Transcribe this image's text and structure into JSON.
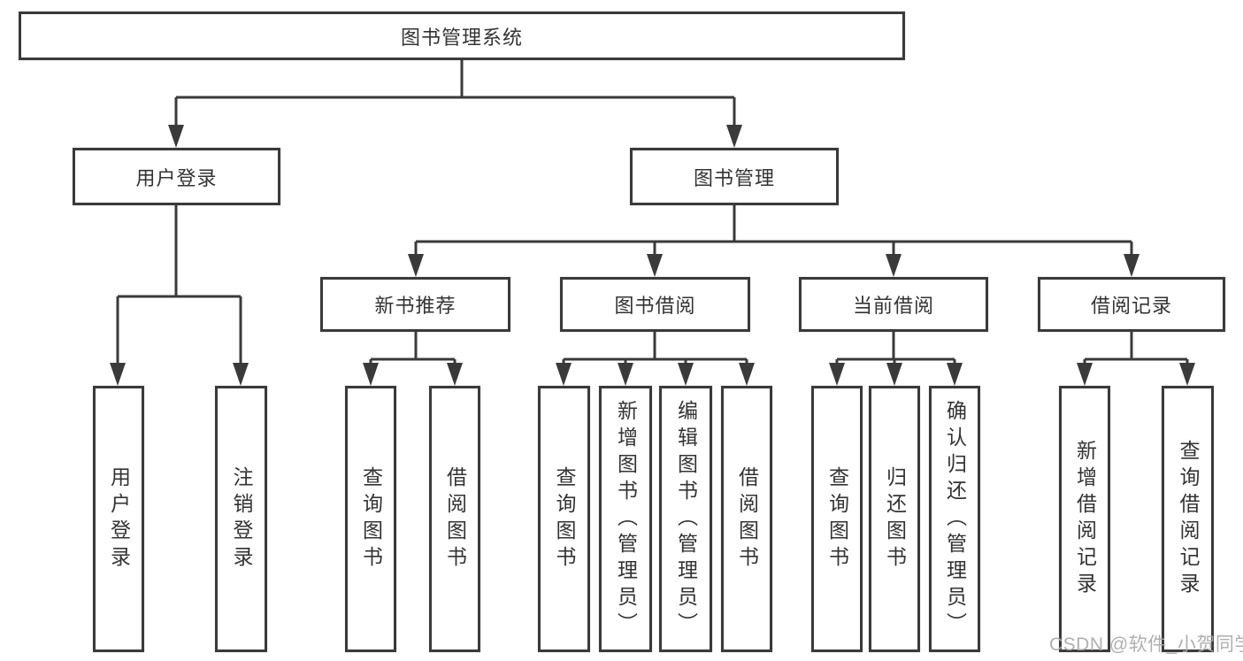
{
  "diagram": {
    "colors": {
      "line": "#3a3a3a",
      "box_border": "#3a3a3a",
      "text": "#333333",
      "background": "#ffffff",
      "watermark": "#a8a8a8"
    },
    "watermark": "CSDN @软件_小贺同学"
  },
  "tree": {
    "root": {
      "label": "图书管理系统",
      "children": [
        {
          "label": "用户登录",
          "children": [
            {
              "label": "用户登录"
            },
            {
              "label": "注销登录"
            }
          ]
        },
        {
          "label": "图书管理",
          "children": [
            {
              "label": "新书推荐",
              "children": [
                {
                  "label": "查询图书"
                },
                {
                  "label": "借阅图书"
                }
              ]
            },
            {
              "label": "图书借阅",
              "children": [
                {
                  "label": "查询图书"
                },
                {
                  "label": "新增图书（管理员）"
                },
                {
                  "label": "编辑图书（管理员）"
                },
                {
                  "label": "借阅图书"
                }
              ]
            },
            {
              "label": "当前借阅",
              "children": [
                {
                  "label": "查询图书"
                },
                {
                  "label": "归还图书"
                },
                {
                  "label": "确认归还（管理员）"
                }
              ]
            },
            {
              "label": "借阅记录",
              "children": [
                {
                  "label": "新增借阅记录"
                },
                {
                  "label": "查询借阅记录"
                }
              ]
            }
          ]
        }
      ]
    }
  }
}
